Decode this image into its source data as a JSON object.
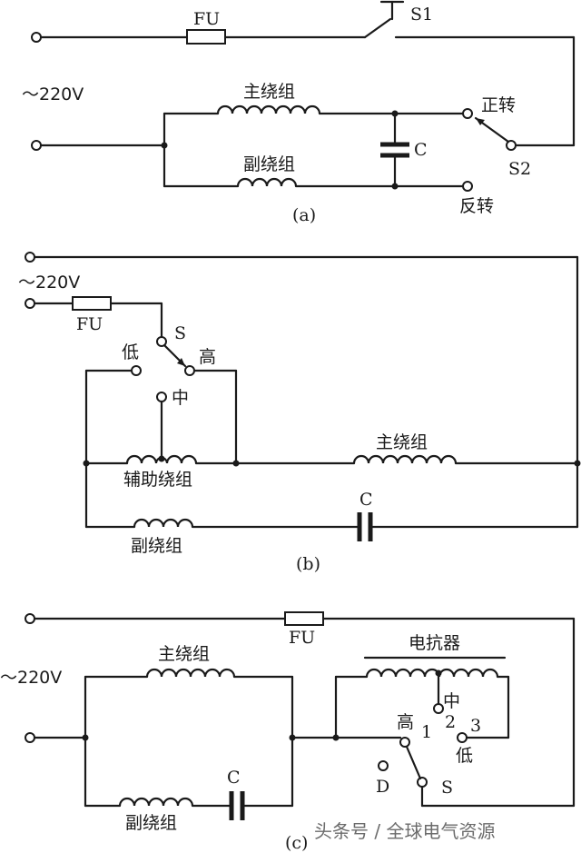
{
  "diagram_a": {
    "fuse": "FU",
    "switch1": "S1",
    "voltage": "～220V",
    "main_winding": "主绕组",
    "aux_winding": "副绕组",
    "capacitor": "C",
    "forward": "正转",
    "reverse": "反转",
    "switch2": "S2",
    "caption": "(a)"
  },
  "diagram_b": {
    "voltage": "～220V",
    "fuse": "FU",
    "switch": "S",
    "low": "低",
    "high": "高",
    "mid": "中",
    "helper_winding": "辅助绕组",
    "main_winding": "主绕组",
    "capacitor": "C",
    "aux_winding": "副绕组",
    "caption": "(b)"
  },
  "diagram_c": {
    "fuse": "FU",
    "voltage": "～220V",
    "main_winding": "主绕组",
    "reactor": "电抗器",
    "mid": "中",
    "tap1": "1",
    "tap2": "2",
    "tap3": "3",
    "high": "高",
    "low": "低",
    "d": "D",
    "switch": "S",
    "capacitor": "C",
    "aux_winding": "副绕组",
    "caption": "(c)"
  },
  "watermark": "头条号 / 全球电气资源"
}
